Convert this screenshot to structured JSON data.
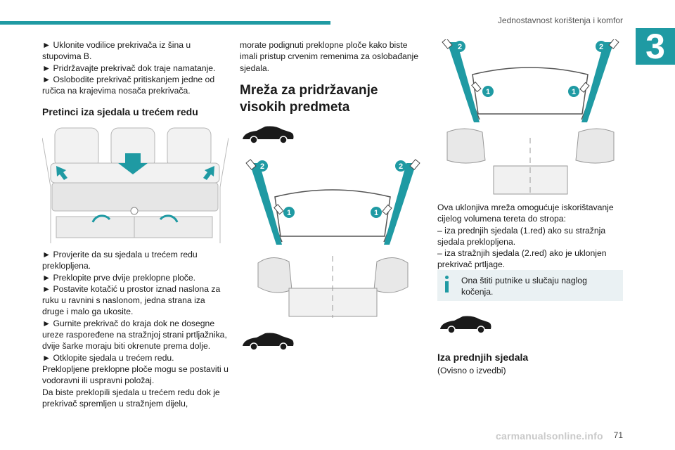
{
  "header": {
    "title": "Jednostavnost korištenja i komfor",
    "chapter": "3"
  },
  "col1": {
    "intro": [
      "► Uklonite vodilice prekrivača iz šina u stupovima B.",
      "► Pridržavajte prekrivač dok traje namatanje.",
      "► Oslobodite prekrivač pritiskanjem jedne od ručica na krajevima nosača prekrivača."
    ],
    "heading": "Pretinci iza sjedala u trećem redu",
    "steps": [
      "► Provjerite da su sjedala u trećem redu preklopljena.",
      "► Preklopite prve dvije preklopne ploče.",
      "► Postavite kotačić u prostor iznad naslona za ruku u ravnini s naslonom, jedna strana iza druge i malo ga ukosite.",
      "► Gurnite prekrivač do kraja dok ne dosegne ureze raspoređene na stražnjoj strani prtljažnika, dvije šarke moraju biti okrenute prema dolje.",
      "► Otklopite sjedala u trećem redu.",
      "Preklopljene preklopne ploče mogu se postaviti u vodoravni ili uspravni položaj.",
      "Da biste preklopili sjedala u trećem redu dok je prekrivač spremljen u stražnjem dijelu,"
    ]
  },
  "col2": {
    "text": "morate podignuti preklopne ploče kako biste imali pristup crvenim remenima za oslobađanje sjedala.",
    "heading": "Mreža za pridržavanje visokih predmeta",
    "labels": {
      "one": "1",
      "two": "2"
    }
  },
  "col3": {
    "labels": {
      "one": "1",
      "two": "2"
    },
    "desc": [
      "Ova uklonjiva mreža omogućuje iskorištavanje cijelog volumena tereta do stropa:",
      "– iza prednjih sjedala (1.red) ako su stražnja sjedala preklopljena.",
      "– iza stražnjih sjedala (2.red) ako je uklonjen prekrivač prtljage."
    ],
    "note": "Ona štiti putnike u slučaju naglog kočenja.",
    "heading": "Iza prednjih sjedala",
    "variant": "(Ovisno o izvedbi)"
  },
  "footer": {
    "page": "71",
    "watermark": "carmanualsonline.info"
  },
  "colors": {
    "accent": "#1f9aa3",
    "note_bg": "#eaf1f3"
  },
  "icons": [
    "car-silhouette-icon",
    "info-icon",
    "net-clip-icon"
  ]
}
